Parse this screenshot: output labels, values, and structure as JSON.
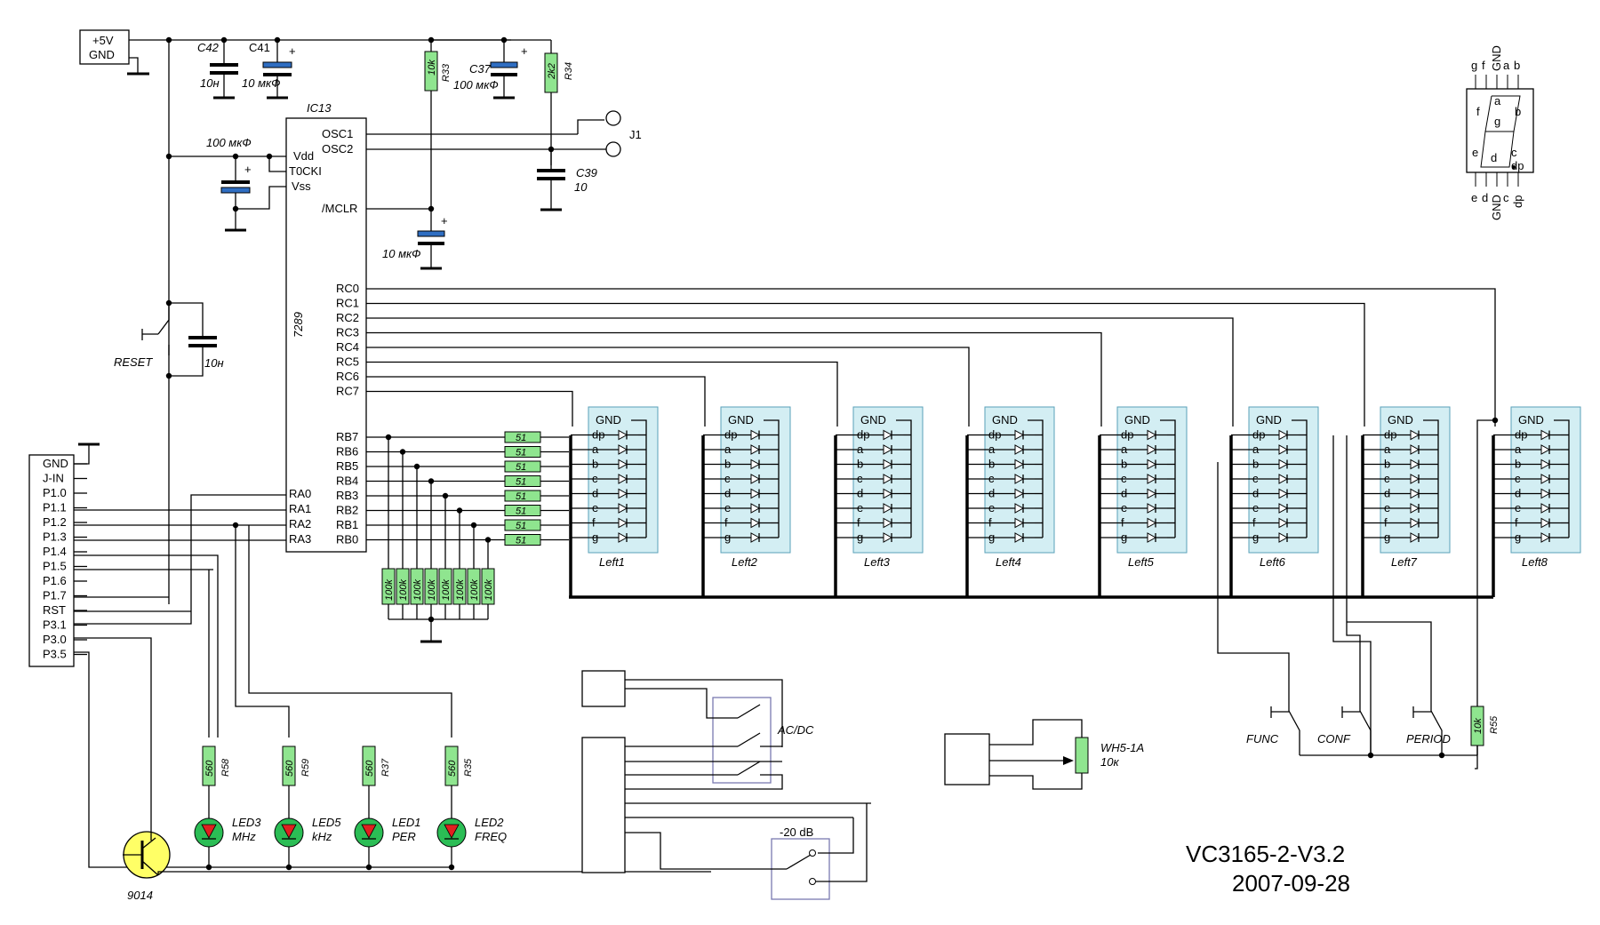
{
  "title": {
    "model": "VC3165-2-V3.2",
    "date": "2007-09-28"
  },
  "ic": {
    "ref": "IC13",
    "part": "7289",
    "left_pins": [
      "Vdd",
      "T0CKI",
      "Vss",
      "RA0",
      "RA1",
      "RA2",
      "RA3"
    ],
    "right_top_pins": [
      "OSC1",
      "OSC2",
      "/MCLR"
    ],
    "rc_pins": [
      "RC0",
      "RC1",
      "RC2",
      "RC3",
      "RC4",
      "RC5",
      "RC6",
      "RC7"
    ],
    "rb_pins": [
      "RB7",
      "RB6",
      "RB5",
      "RB4",
      "RB3",
      "RB2",
      "RB1",
      "RB0"
    ]
  },
  "power": {
    "line1": "+5V",
    "line2": "GND"
  },
  "capacitors": [
    {
      "ref": "C42",
      "value": "10н"
    },
    {
      "ref": "C41",
      "value": "10 мкФ"
    },
    {
      "ref": "C37",
      "value": "100 мкФ"
    },
    {
      "ref": "C39",
      "value": "10"
    },
    {
      "ref": "",
      "value": "100 мкФ"
    },
    {
      "ref": "",
      "value": "10 мкФ"
    },
    {
      "ref": "",
      "value": "10н"
    }
  ],
  "polarity_mark": "+",
  "resistors_top": [
    {
      "ref": "R33",
      "value": "10k"
    },
    {
      "ref": "R34",
      "value": "2k2"
    }
  ],
  "crystal_label": "J1",
  "reset_label": "RESET",
  "connector_pins": [
    "GND",
    "J-IN",
    "P1.0",
    "P1.1",
    "P1.2",
    "P1.3",
    "P1.4",
    "P1.5",
    "P1.6",
    "P1.7",
    "RST",
    "P3.1",
    "P3.0",
    "P3.5"
  ],
  "series_resistor_value": "51",
  "pulldown_value": "100k",
  "digit_pins": [
    "GND",
    "dp",
    "a",
    "b",
    "c",
    "d",
    "e",
    "f",
    "g"
  ],
  "digits": [
    "Left1",
    "Left2",
    "Left3",
    "Left4",
    "Left5",
    "Left6",
    "Left7",
    "Left8"
  ],
  "leds": [
    {
      "ref": "R58",
      "value": "560",
      "led": "LED3",
      "label": "MHz"
    },
    {
      "ref": "R59",
      "value": "560",
      "led": "LED5",
      "label": "kHz"
    },
    {
      "ref": "R37",
      "value": "560",
      "led": "LED1",
      "label": "PER"
    },
    {
      "ref": "R35",
      "value": "560",
      "led": "LED2",
      "label": "FREQ"
    }
  ],
  "transistor": "9014",
  "acdc_label": "AC/DC",
  "atten_label": "-20 dB",
  "pot": {
    "part": "WH5-1A",
    "value": "10к"
  },
  "buttons": [
    "FUNC",
    "CONF",
    "PERIOD"
  ],
  "r55": {
    "ref": "R55",
    "value": "10k"
  },
  "seg_legend": {
    "top_pins": [
      "g",
      "f",
      "GND",
      "a",
      "b"
    ],
    "bottom_pins": [
      "e",
      "d",
      "GND",
      "c",
      "dp"
    ],
    "segments": [
      "a",
      "f",
      "g",
      "b",
      "e",
      "d",
      "c",
      "dp"
    ]
  }
}
